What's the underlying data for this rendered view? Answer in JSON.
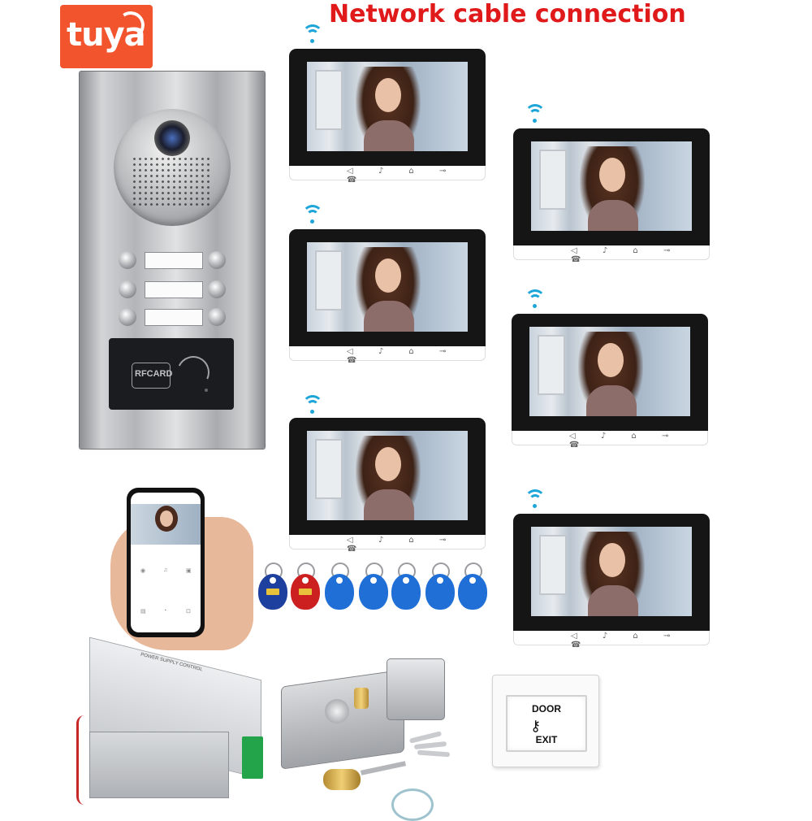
{
  "brand": {
    "logo_text": "tuya",
    "color": "#f2542d"
  },
  "headline": {
    "text": "Network cable connection",
    "color": "#e01a1a"
  },
  "door_station": {
    "rfid_label": "RFCARD",
    "button_rows": 3
  },
  "monitors": {
    "count": 6,
    "wifi_color": "#1fa6d9"
  },
  "phone_app": {
    "visible": true
  },
  "rfid_tags": {
    "count": 7,
    "colors": [
      "#1d3f9e",
      "#cc2020",
      "#1f6fd6",
      "#1f6fd6",
      "#1f6fd6",
      "#1f6fd6",
      "#1f6fd6"
    ]
  },
  "power_supply": {
    "label": "POWER SUPPLY CONTROL"
  },
  "exit_button": {
    "top_label": "DOOR",
    "bottom_label": "EXIT"
  }
}
